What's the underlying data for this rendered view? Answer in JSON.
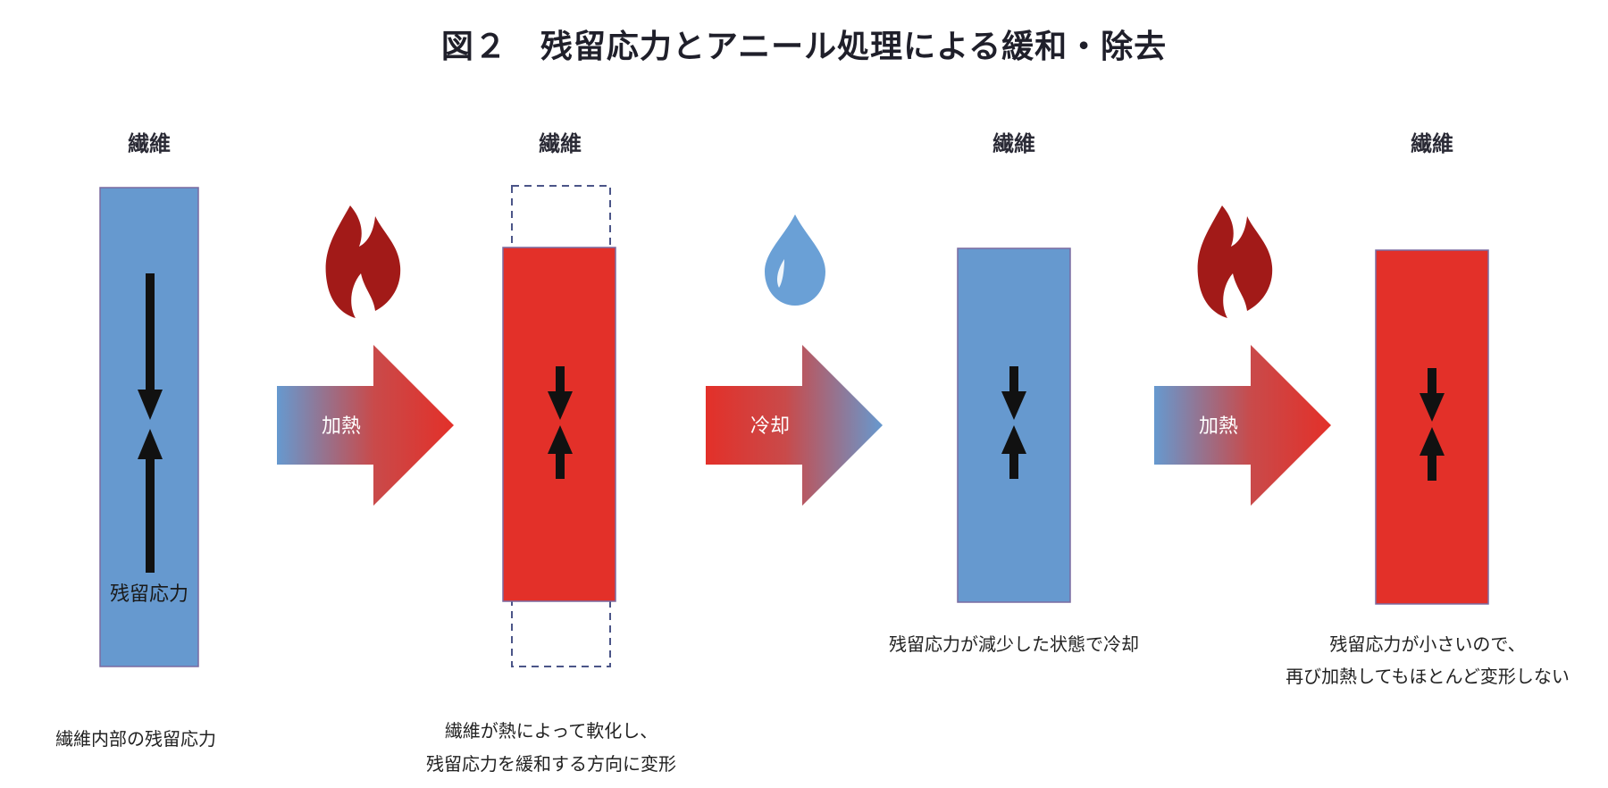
{
  "title": "図２　残留応力とアニール処理による緩和・除去",
  "colors": {
    "fiber_blue": "#6699cf",
    "fiber_red": "#e33029",
    "flame": "#a21a18",
    "drop": "#6aa0d6",
    "force_arrow": "#111111"
  },
  "icons": [
    "flame-icon",
    "water-drop-icon",
    "flame-icon"
  ],
  "stages": [
    {
      "heading": "繊維",
      "fiber_state": "cool",
      "inner_label": "残留応力",
      "caption": [
        "繊維内部の残留応力"
      ],
      "stress_level": "large"
    },
    {
      "heading": "繊維",
      "fiber_state": "hot",
      "inner_label": "",
      "caption": [
        "繊維が熱によって軟化し、",
        "残留応力を緩和する方向に変形"
      ],
      "stress_level": "small"
    },
    {
      "heading": "繊維",
      "fiber_state": "cool",
      "inner_label": "",
      "caption": [
        "残留応力が減少した状態で冷却"
      ],
      "stress_level": "small"
    },
    {
      "heading": "繊維",
      "fiber_state": "hot",
      "inner_label": "",
      "caption": [
        "残留応力が小さいので、",
        "再び加熱してもほとんど変形しない"
      ],
      "stress_level": "small"
    }
  ],
  "transitions": [
    {
      "label": "加熱",
      "direction": "blue-to-red",
      "icon": "flame-icon"
    },
    {
      "label": "冷却",
      "direction": "red-to-blue",
      "icon": "water-drop-icon"
    },
    {
      "label": "加熱",
      "direction": "blue-to-red",
      "icon": "flame-icon"
    }
  ]
}
